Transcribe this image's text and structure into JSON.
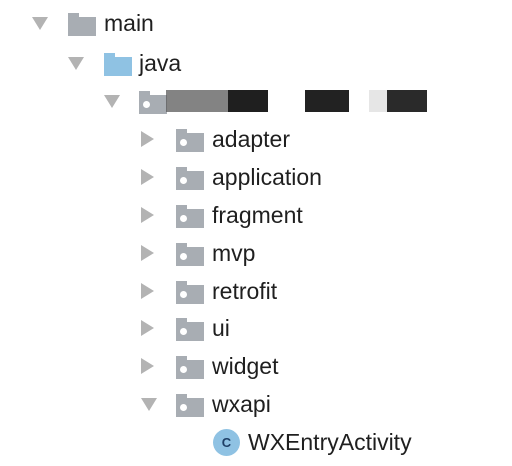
{
  "tree": {
    "main": {
      "label": "main"
    },
    "java": {
      "label": "java"
    },
    "package": {
      "label": ""
    },
    "children": [
      {
        "label": "adapter"
      },
      {
        "label": "application"
      },
      {
        "label": "fragment"
      },
      {
        "label": "mvp"
      },
      {
        "label": "retrofit"
      },
      {
        "label": "ui"
      },
      {
        "label": "widget"
      },
      {
        "label": "wxapi"
      }
    ],
    "class_item": {
      "label": "WXEntryActivity",
      "badge": "C"
    }
  },
  "colors": {
    "folder_gray": "#a8adb3",
    "folder_blue": "#8fc2e3",
    "arrow": "#b3b3b3",
    "class_icon": "#8fc2e3"
  }
}
